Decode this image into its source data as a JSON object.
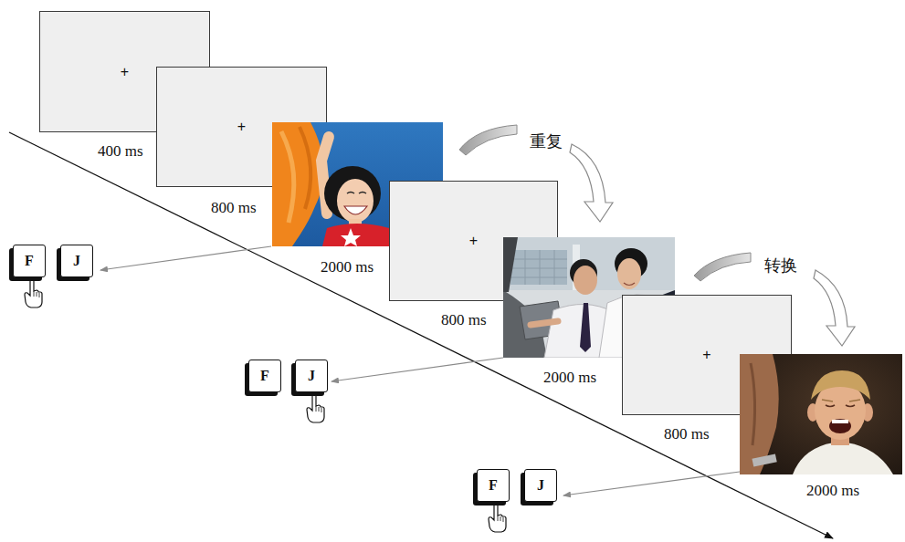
{
  "diagram": {
    "nodes": [
      {
        "text": [
          "+"
        ]
      },
      {
        "text": [
          "+"
        ]
      },
      {
        "text": [
          "+"
        ]
      },
      {
        "text": [
          "+"
        ]
      },
      {
        "text": [
          "F"
        ]
      },
      {
        "text": [
          "J"
        ]
      },
      {
        "text": [
          "F"
        ]
      },
      {
        "text": [
          "J"
        ]
      },
      {
        "text": [
          "F"
        ]
      },
      {
        "text": [
          "J"
        ]
      }
    ],
    "labels": [
      "400 ms",
      "800 ms",
      "2000 ms",
      "重复",
      "800 ms",
      "2000 ms",
      "转换",
      "800 ms",
      "2000 ms"
    ]
  }
}
